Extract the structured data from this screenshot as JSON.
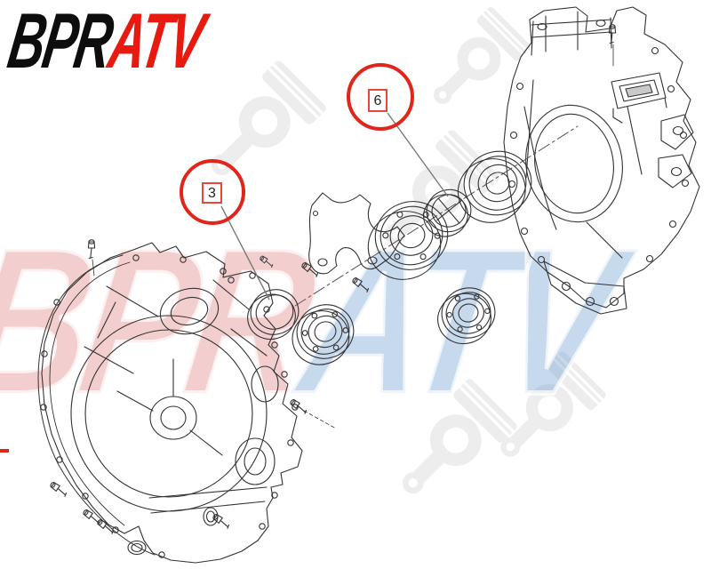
{
  "logo": {
    "black_text": "BPR",
    "red_text": "ATV"
  },
  "watermark": {
    "left_text": "BPR",
    "right_text": "ATV"
  },
  "callouts": [
    {
      "number": "3"
    },
    {
      "number": "6"
    }
  ],
  "colors": {
    "callout_circle_red": "#e1251b",
    "callout_box_border": "#e8473a",
    "logo_black": "#0d0d0d",
    "logo_red": "#e8190f",
    "watermark_pink": "rgba(214,92,92,0.30)",
    "watermark_blue": "rgba(96,150,204,0.36)",
    "watermark_gray": "#ededed",
    "line_art": "#333333",
    "leader_line": "#7a7a7a"
  }
}
